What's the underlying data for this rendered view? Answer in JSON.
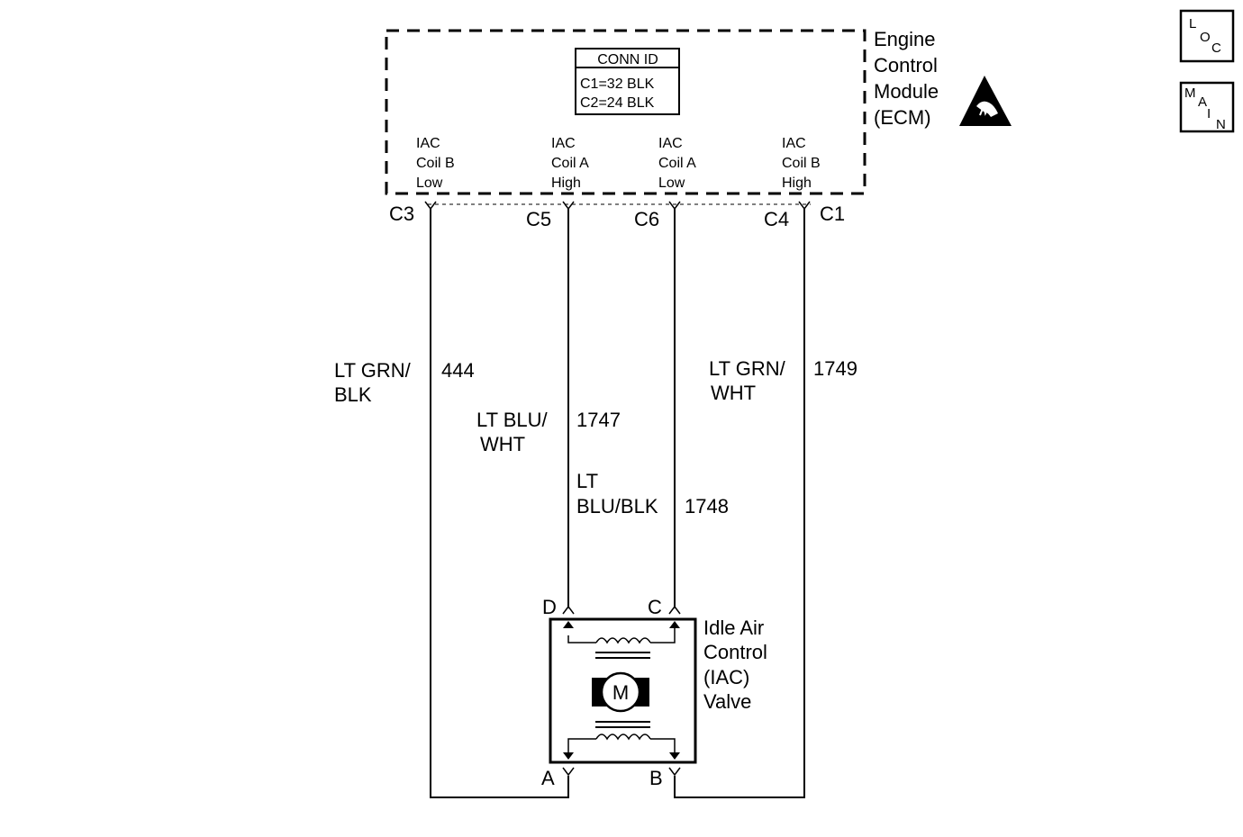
{
  "ecm": {
    "name_lines": [
      "Engine",
      "Control",
      "Module",
      "(ECM)"
    ],
    "conn_id": {
      "title": "CONN ID",
      "rows": [
        "C1=32 BLK",
        "C2=24 BLK"
      ]
    },
    "pin_labels": [
      [
        "IAC",
        "Coil B",
        "Low"
      ],
      [
        "IAC",
        "Coil A",
        "High"
      ],
      [
        "IAC",
        "Coil A",
        "Low"
      ],
      [
        "IAC",
        "Coil B",
        "High"
      ]
    ],
    "pins": [
      "C3",
      "C5",
      "C6",
      "C4"
    ],
    "connector_extra": "C1"
  },
  "wires": [
    {
      "color_lines": [
        "LT GRN/",
        "BLK"
      ],
      "circuit": "444"
    },
    {
      "color_lines": [
        "LT BLU/",
        "WHT"
      ],
      "circuit": "1747"
    },
    {
      "color_lines": [
        "LT",
        "BLU/BLK"
      ],
      "circuit": "1748"
    },
    {
      "color_lines": [
        "LT GRN/",
        "WHT"
      ],
      "circuit": "1749"
    }
  ],
  "iac": {
    "name_lines": [
      "Idle Air",
      "Control",
      "(IAC)",
      "Valve"
    ],
    "pins": {
      "top_left": "D",
      "top_right": "C",
      "bottom_left": "A",
      "bottom_right": "B"
    },
    "motor_label": "M"
  },
  "tags": {
    "loc": [
      "L",
      "O",
      "C"
    ],
    "main": [
      "M",
      "A",
      "I",
      "N"
    ]
  },
  "icons": [
    "esd-warning-icon",
    "motor-icon",
    "coil-icon"
  ]
}
